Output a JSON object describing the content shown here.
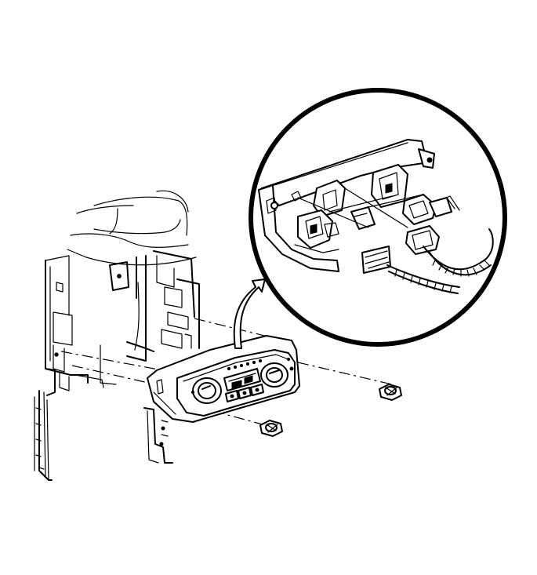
{
  "diagram": {
    "parts": [
      {
        "id": "dash-panel",
        "icon": "instrument-panel-carrier"
      },
      {
        "id": "hvac-control-module",
        "icon": "hvac-control-head"
      },
      {
        "id": "screw-left",
        "icon": "hex-flange-screw"
      },
      {
        "id": "screw-right",
        "icon": "hex-flange-screw"
      },
      {
        "id": "detail-view",
        "icon": "magnified-rear-connectors"
      },
      {
        "id": "view-arrow",
        "icon": "curved-arrow"
      }
    ],
    "colors": {
      "line": "#000000",
      "background": "#ffffff"
    }
  }
}
